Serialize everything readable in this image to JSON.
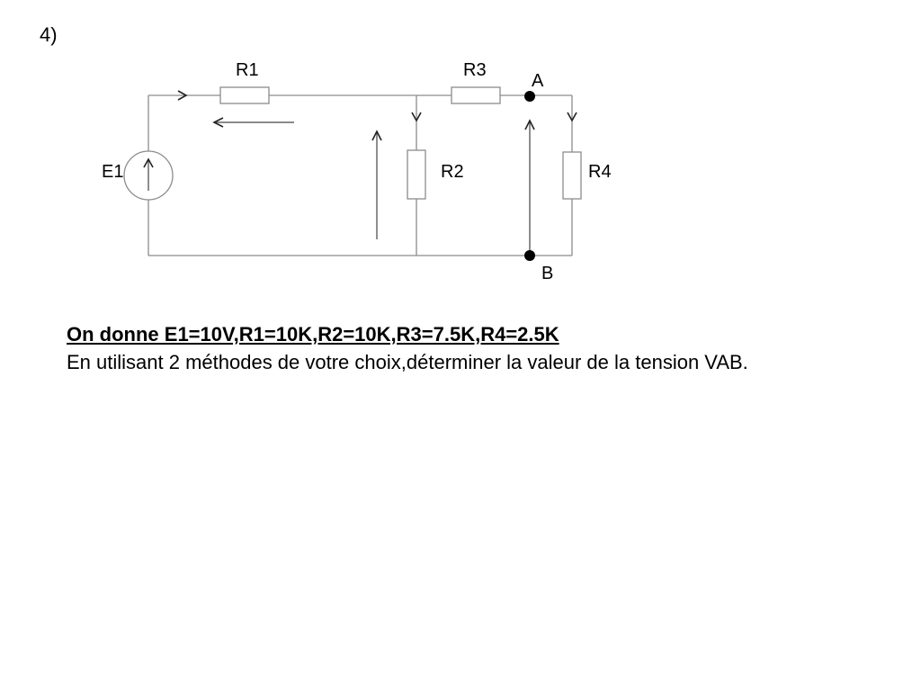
{
  "slide": {
    "number_label": "4)"
  },
  "circuit": {
    "labels": {
      "R1": "R1",
      "R2": "R2",
      "R3": "R3",
      "R4": "R4",
      "E1": "E1",
      "A": "A",
      "B": "B"
    },
    "colors": {
      "wire": "#8c8c8c",
      "arrows": "#222222",
      "nodes": "#000000"
    }
  },
  "problem": {
    "given": "On donne E1=10V,R1=10K,R2=10K,R3=7.5K,R4=2.5K",
    "question": "En utilisant 2 méthodes de votre choix,déterminer la valeur de la tension VAB."
  }
}
